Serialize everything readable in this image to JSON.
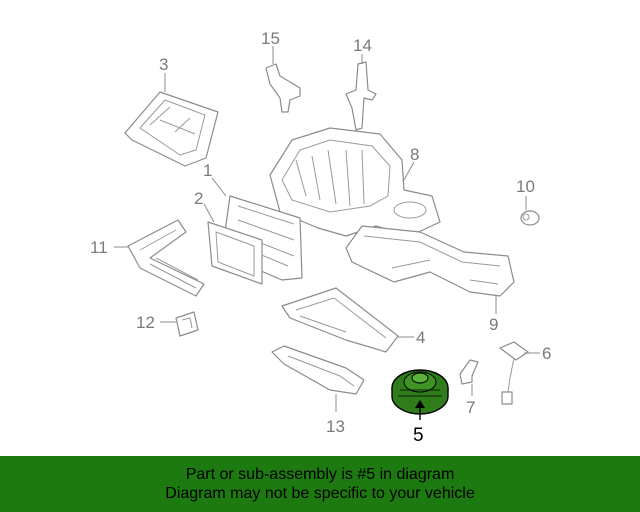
{
  "callouts": {
    "n1": "1",
    "n2": "2",
    "n3": "3",
    "n4": "4",
    "n5": "5",
    "n6": "6",
    "n7": "7",
    "n8": "8",
    "n9": "9",
    "n10": "10",
    "n11": "11",
    "n12": "12",
    "n13": "13",
    "n14": "14",
    "n15": "15"
  },
  "highlight": {
    "part_number": "5",
    "color": "#1d7a11"
  },
  "banner": {
    "line1": "Part or sub-assembly is #5 in diagram",
    "line2": "Diagram may not be specific to your vehicle",
    "background": "#1d7a11"
  }
}
